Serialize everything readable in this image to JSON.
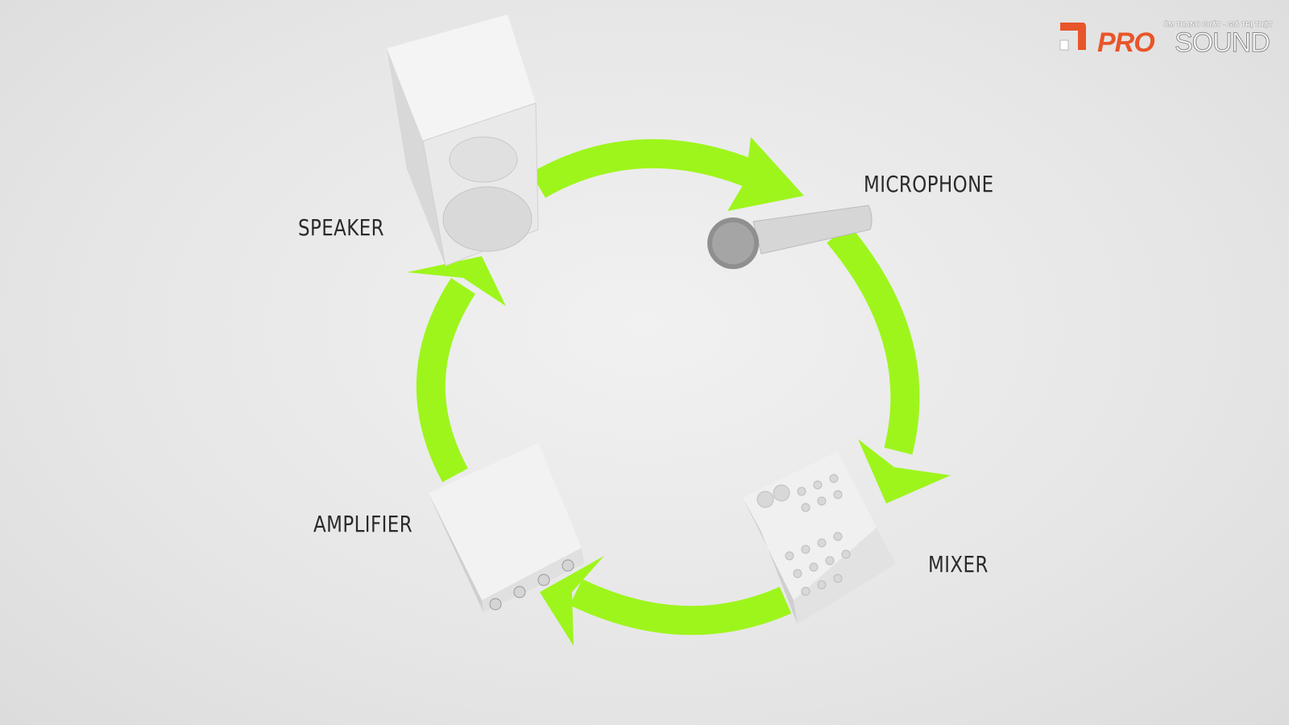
{
  "diagram": {
    "nodes": [
      {
        "id": "microphone",
        "label": "MICROPHONE"
      },
      {
        "id": "mixer",
        "label": "MIXER"
      },
      {
        "id": "amplifier",
        "label": "AMPLIFIER"
      },
      {
        "id": "speaker",
        "label": "SPEAKER"
      }
    ],
    "flow": [
      "speaker",
      "microphone",
      "mixer",
      "amplifier",
      "speaker"
    ],
    "arrow_color": "#9ef51c"
  },
  "logo": {
    "brand_pro": "PRO",
    "brand_sound": "SOUND",
    "tagline": "ÂM THANH CHẤT - GIÁ TRỊ THẬT",
    "brand_color": "#e8552a"
  }
}
